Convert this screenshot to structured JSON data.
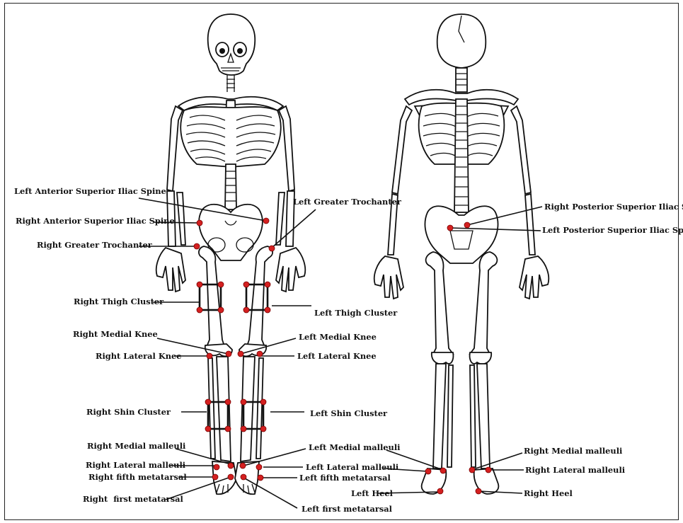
{
  "colors": {
    "marker": "#d42020",
    "line": "#111111",
    "background": "#ffffff"
  },
  "labels": {
    "left_asis": "Left Anterior Superior Iliac Spine",
    "right_asis": "Right Anterior Superior Iliac Spine",
    "right_gt": "Right Greater Trochanter",
    "left_gt": "Left Greater Trochanter",
    "right_thigh": "Right Thigh Cluster",
    "left_thigh": "Left Thigh Cluster",
    "right_medial_knee": "Right Medial Knee",
    "left_medial_knee": "Left Medial Knee",
    "right_lateral_knee": "Right Lateral Knee",
    "left_lateral_knee": "Left Lateral Knee",
    "right_shin": "Right Shin Cluster",
    "left_shin": "Left Shin Cluster",
    "right_medial_malleoli_front": "Right Medial malleuli",
    "left_medial_malleoli_front": "Left Medial malleuli",
    "right_lateral_malleoli_front": "Right Lateral malleuli",
    "left_lateral_malleoli_front": "Left Lateral malleuli",
    "right_fifth_metatarsal": "Right fifth metatarsal",
    "left_fifth_metatarsal": "Left fifth metatarsal",
    "right_first_metatarsal": "Right  first metatarsal",
    "left_first_metatarsal": "Left first metatarsal",
    "right_psis": "Right Posterior Superior Iliac Spine",
    "left_psis": "Left Posterior Superior Iliac Spine",
    "right_medial_malleoli_back": "Right Medial malleuli",
    "right_lateral_malleoli_back": "Right Lateral malleuli",
    "left_heel": "Left Heel",
    "right_heel": "Right Heel"
  },
  "figures": {
    "front": "anterior-skeleton",
    "back": "posterior-skeleton"
  }
}
